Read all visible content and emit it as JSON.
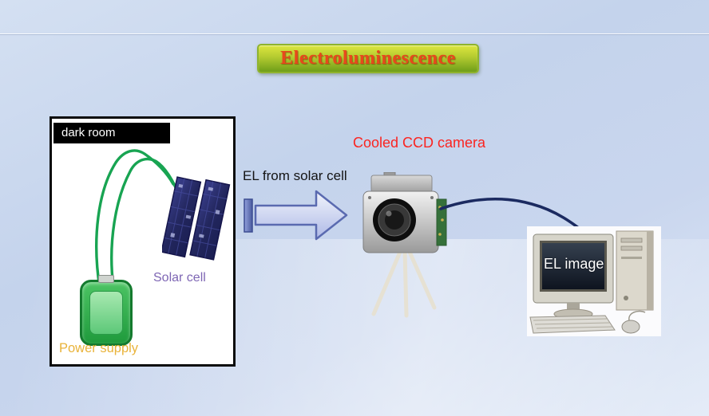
{
  "slide": {
    "title": "Electroluminescence"
  },
  "dark_room": {
    "label": "dark room",
    "solar_cell": {
      "label": "Solar cell"
    },
    "power_supply": {
      "label": "Power supply"
    }
  },
  "flow": {
    "el_arrow_label": "EL from solar cell"
  },
  "camera": {
    "label": "Cooled CCD camera"
  },
  "computer": {
    "screen_label": "EL image"
  },
  "colors": {
    "background": "#c7d5ec",
    "title_text": "#e8481c",
    "title_gradient_top": "#dde73f",
    "title_gradient_bottom": "#6f9e19",
    "camera_label": "#fb2420",
    "solar_cell_label": "#7e66b4",
    "power_supply_label": "#e9b33a",
    "dark_room_header_bg": "#000000",
    "wire_green": "#18a452",
    "cable_navy": "#1b2a60",
    "arrow_fill": "#c3cdef",
    "arrow_border": "#5a6ab0"
  }
}
